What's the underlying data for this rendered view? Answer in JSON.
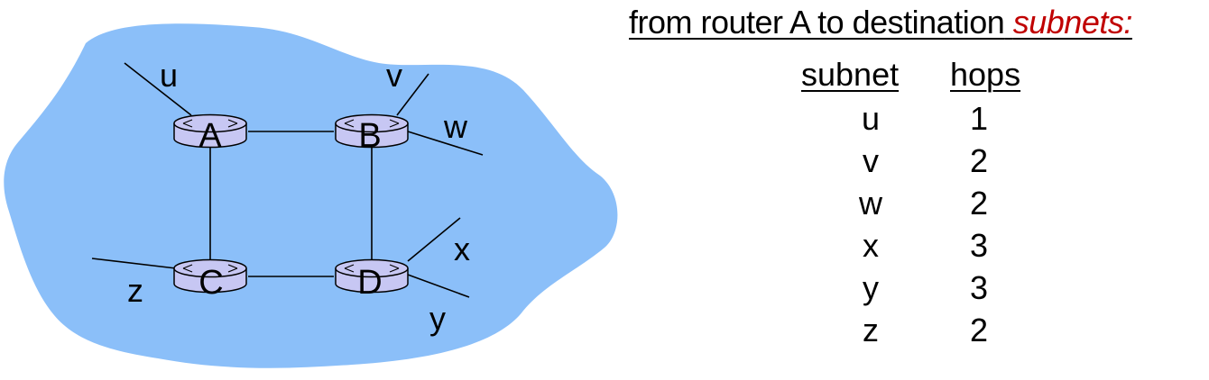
{
  "diagram": {
    "routers": [
      {
        "id": "A",
        "label": "A"
      },
      {
        "id": "B",
        "label": "B"
      },
      {
        "id": "C",
        "label": "C"
      },
      {
        "id": "D",
        "label": "D"
      }
    ],
    "subnets": [
      {
        "id": "u",
        "label": "u"
      },
      {
        "id": "v",
        "label": "v"
      },
      {
        "id": "w",
        "label": "w"
      },
      {
        "id": "x",
        "label": "x"
      },
      {
        "id": "y",
        "label": "y"
      },
      {
        "id": "z",
        "label": "z"
      }
    ],
    "colors": {
      "cloud": "#8bbff9",
      "router_fill": "#c7c7f3",
      "router_stroke": "#000000"
    }
  },
  "heading": {
    "prefix": "from router A to destination",
    "emphasis": "subnets:",
    "emphasis_color": "#c00000"
  },
  "table": {
    "columns": [
      "subnet",
      "hops"
    ],
    "rows": [
      {
        "subnet": "u",
        "hops": "1"
      },
      {
        "subnet": "v",
        "hops": "2"
      },
      {
        "subnet": "w",
        "hops": "2"
      },
      {
        "subnet": "x",
        "hops": "3"
      },
      {
        "subnet": "y",
        "hops": "3"
      },
      {
        "subnet": "z",
        "hops": "2"
      }
    ]
  }
}
